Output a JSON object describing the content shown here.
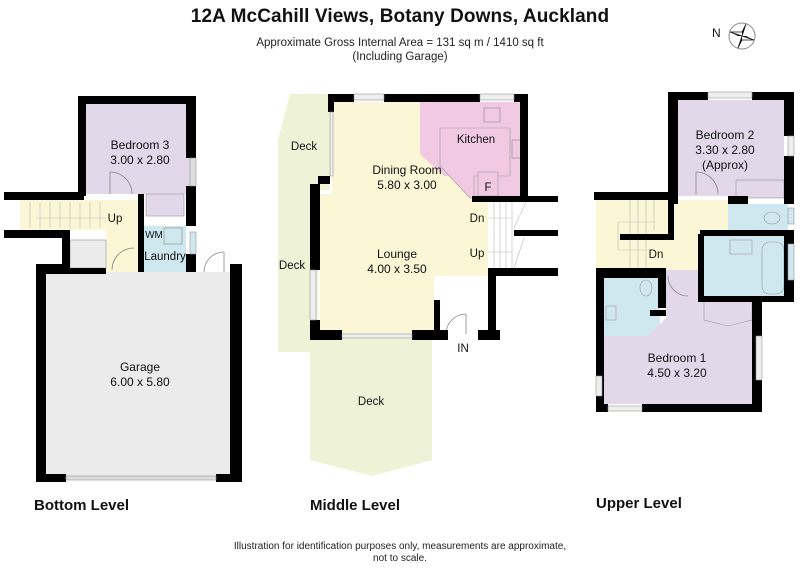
{
  "header": {
    "title": "12A McCahill Views, Botany Downs, Auckland",
    "area_line": "Approximate Gross Internal Area = 131 sq m / 1410 sq ft",
    "area_note": "(Including Garage)"
  },
  "compass": {
    "label": "N",
    "icon": "compass-rose-icon"
  },
  "colors": {
    "wall": "#000000",
    "bedroom": "#e3d7ea",
    "hall": "#fbf6d6",
    "kitchen": "#f2c9e3",
    "wet": "#cfe8f0",
    "garage": "#ebebeb",
    "deck": "#eef3d8"
  },
  "levels": {
    "bottom": {
      "label": "Bottom Level",
      "rooms": [
        {
          "name": "Bedroom 3",
          "dims": "3.00 x 2.80"
        },
        {
          "name": "Laundry",
          "dims": ""
        },
        {
          "name": "Garage",
          "dims": "6.00 x 5.80"
        }
      ],
      "annotations": {
        "stairs": "Up",
        "washer": "WM"
      }
    },
    "middle": {
      "label": "Middle Level",
      "rooms": [
        {
          "name": "Kitchen",
          "dims": ""
        },
        {
          "name": "Dining Room",
          "dims": "5.80 x 3.00"
        },
        {
          "name": "Lounge",
          "dims": "4.00 x 3.50"
        },
        {
          "name": "Deck",
          "dims": ""
        }
      ],
      "annotations": {
        "deck_upper": "Deck",
        "deck_side": "Deck",
        "fridge": "F",
        "stairs_down": "Dn",
        "stairs_up": "Up",
        "entrance": "IN"
      }
    },
    "upper": {
      "label": "Upper Level",
      "rooms": [
        {
          "name": "Bedroom 2",
          "dims": "3.30 x 2.80",
          "note": "(Approx)"
        },
        {
          "name": "Bedroom 1",
          "dims": "4.50 x 3.20"
        }
      ],
      "annotations": {
        "stairs": "Dn"
      }
    }
  },
  "footer": {
    "line1": "Illustration for identification purposes only, measurements are approximate,",
    "line2": "not to scale."
  }
}
